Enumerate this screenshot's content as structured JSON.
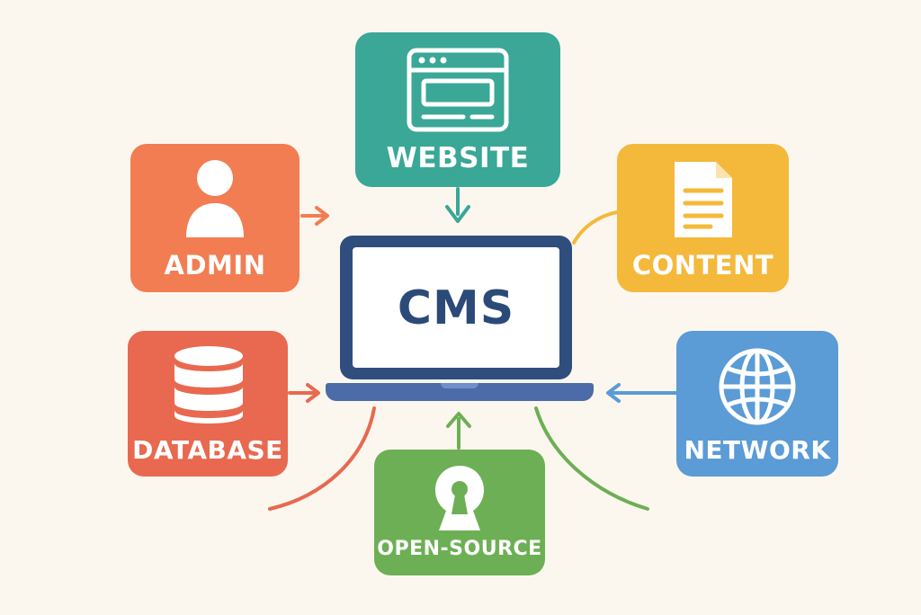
{
  "center": {
    "title": "CMS"
  },
  "nodes": {
    "website": {
      "label": "WEBSITE",
      "color": "#3aa797",
      "icon": "browser-window-icon"
    },
    "admin": {
      "label": "ADMIN",
      "color": "#f27d52",
      "icon": "user-icon"
    },
    "content": {
      "label": "CONTENT",
      "color": "#f4b93b",
      "icon": "document-icon"
    },
    "database": {
      "label": "DATABASE",
      "color": "#e8694f",
      "icon": "database-icon"
    },
    "network": {
      "label": "NETWORK",
      "color": "#5b9bd6",
      "icon": "globe-icon"
    },
    "opensource": {
      "label": "OPEN-SOURCE",
      "color": "#6daf55",
      "icon": "keyhole-icon"
    }
  },
  "colors": {
    "background": "#fbf7ee",
    "laptop_frame": "#2f4e7d",
    "laptop_base": "#4b6ca9",
    "cms_text": "#2c4a77"
  }
}
